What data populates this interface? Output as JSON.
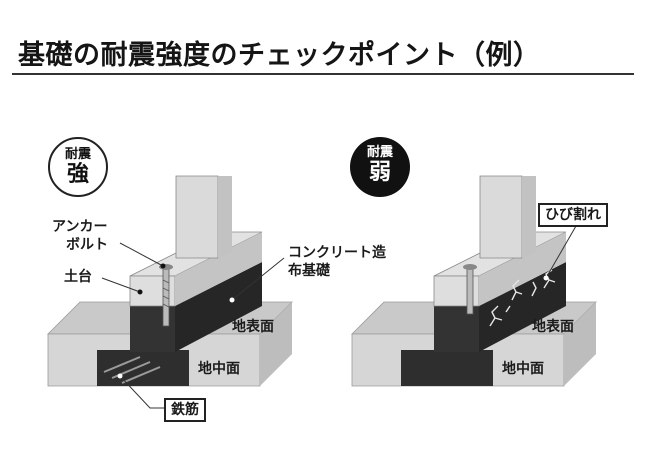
{
  "title": "基礎の耐震強度のチェックポイント（例）",
  "left": {
    "badge": {
      "line1": "耐震",
      "line2": "強"
    },
    "labels": {
      "anchor_bolt_1": "アンカー",
      "anchor_bolt_2": "ボルト",
      "sill": "土台",
      "concrete_1": "コンクリート造",
      "concrete_2": "布基礎",
      "ground_surface": "地表面",
      "underground": "地中面",
      "rebar": "鉄筋"
    }
  },
  "right": {
    "badge": {
      "line1": "耐震",
      "line2": "弱"
    },
    "labels": {
      "crack": "ひび割れ",
      "ground_surface": "地表面",
      "underground": "地中面"
    }
  },
  "colors": {
    "foundation_dark": "#2e2e2e",
    "ground_light": "#d2d2d2",
    "wall_light": "#dcdcdc"
  }
}
